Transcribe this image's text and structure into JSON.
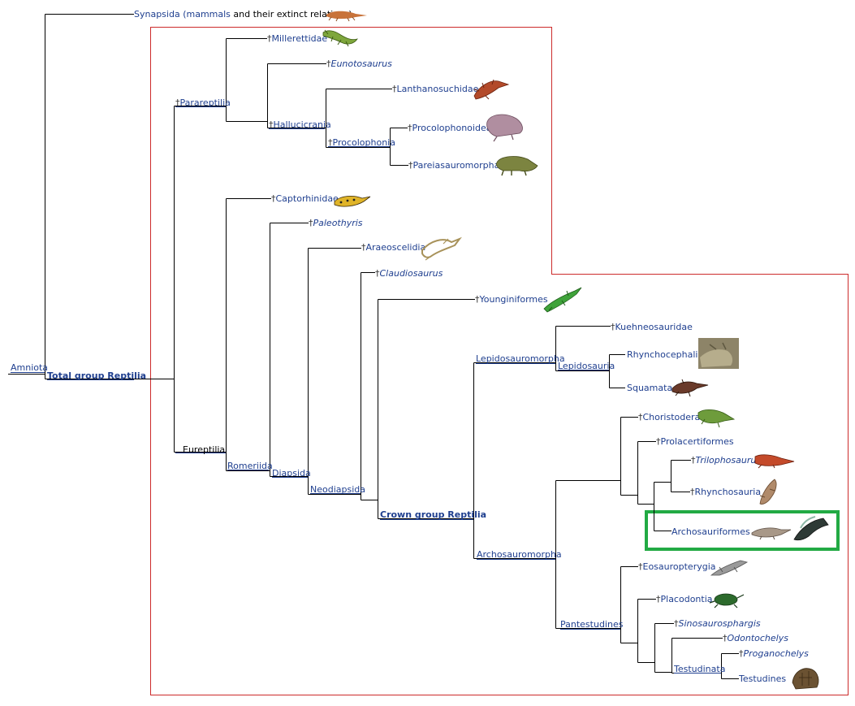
{
  "colors": {
    "link": "#1f3f8f",
    "line": "#000000",
    "frame": "#cc2b2b",
    "highlight": "#22aa44"
  },
  "taxa": {
    "amniota": "Amniota",
    "synapsida": "Synapsida (mammals",
    "synapsida_extra": " and their extinct relatives)",
    "total_reptilia": "Total group Reptilia",
    "parareptilia": "Parareptilia",
    "millerettidae": "Millerettidae",
    "eunotosaurus": "Eunotosaurus",
    "hallucicrania": "Hallucicrania",
    "lanthanosuchidae": "Lanthanosuchidae",
    "procolophonia": "Procolophonia",
    "procolophonoidea": "Procolophonoidea",
    "pareiasauromorpha": "Pareiasauromorpha",
    "eureptilia": "Eureptilia",
    "captorhinidae": "Captorhinidae",
    "romeriida": "Romeriida",
    "paleothyris": "Paleothyris",
    "diapsida": "Diapsida",
    "araeoscelidia": "Araeoscelidia",
    "neodiapsida": "Neodiapsida",
    "claudiosaurus": "Claudiosaurus",
    "younginiformes": "Younginiformes",
    "crown_reptilia": "Crown group Reptilia",
    "lepidosauromorpha": "Lepidosauromorpha",
    "kuehneosauridae": "Kuehneosauridae",
    "lepidosauria": "Lepidosauria",
    "rhynchocephalia": "Rhynchocephalia",
    "squamata": "Squamata",
    "archosauromorpha": "Archosauromorpha",
    "choristodera": "Choristodera",
    "prolacertiformes": "Prolacertiformes",
    "trilophosaurus": "Trilophosaurus",
    "rhynchosauria": "Rhynchosauria",
    "archosauriformes": "Archosauriformes",
    "pantestudines": "Pantestudines",
    "eosauropterygia": "Eosauropterygia",
    "placodontia": "Placodontia",
    "sinosaurosphargis": "Sinosaurosphargis",
    "odontochelys": "Odontochelys",
    "testudinata": "Testudinata",
    "proganochelys": "Proganochelys",
    "testudines": "Testudines"
  },
  "extinct_marker": "†",
  "illustrations": [
    "synapsid-illustration",
    "millerettid-illustration",
    "lanthanosuchid-illustration",
    "procolophonoid-illustration",
    "pareiasaur-illustration",
    "captorhinid-illustration",
    "araeoscelid-illustration",
    "younginiform-illustration",
    "tuatara-photo",
    "squamate-illustration",
    "choristodere-illustration",
    "trilophosaurus-illustration",
    "rhynchosaur-illustration",
    "archosauriform-illustration",
    "pterosaur-illustration",
    "eosauropterygian-illustration",
    "placodont-illustration",
    "turtle-illustration"
  ]
}
